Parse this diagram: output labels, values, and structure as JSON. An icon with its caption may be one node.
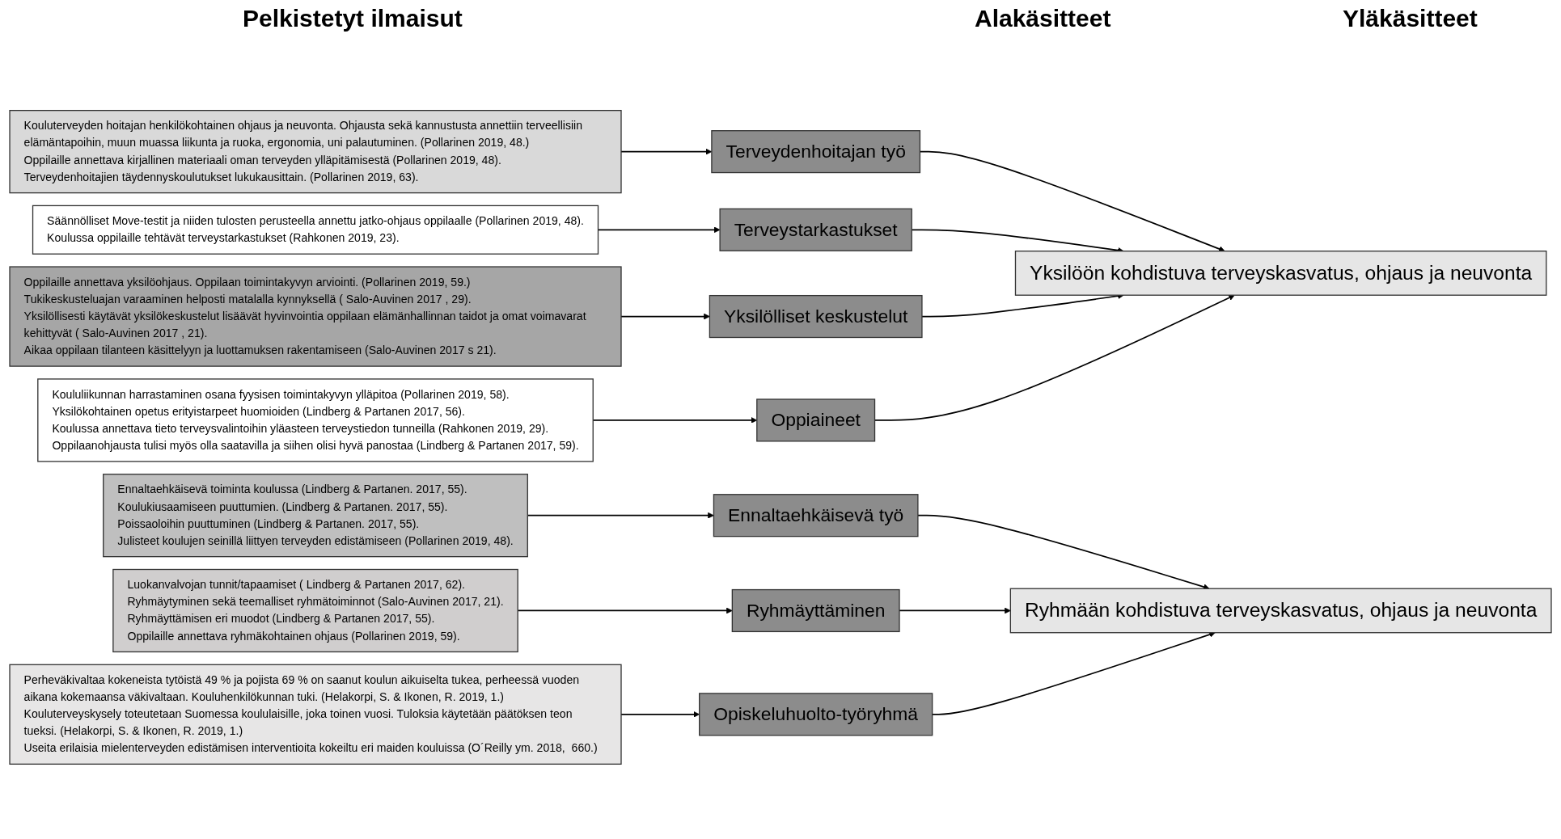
{
  "diagram": {
    "nodes": [
      {
        "text": [
          "Kouluterveyden hoitajan henkilökohtainen ohjaus ja neuvonta. Ohjausta sekä kannustusta annettiin terveellisiin elämäntapoihin, muun muassa liikunta ja ruoka, ergonomia, uni palautuminen. (Pollarinen 2019, 48.)",
          "Oppilaille annettava kirjallinen materiaali oman terveyden ylläpitämisestä (Pollarinen 2019, 48).",
          "Terveydenhoitajien täydennyskoulutukset lukukausittain. (Pollarinen 2019, 63)."
        ]
      },
      {
        "text": [
          "Säännölliset Move-testit ja niiden tulosten perusteella annettu jatko-ohjaus oppilaalle (Pollarinen 2019, 48).",
          "Koulussa oppilaille tehtävät terveystarkastukset (Rahkonen 2019, 23)."
        ]
      },
      {
        "text": [
          "Oppilaille annettava yksilöohjaus. Oppilaan toimintakyvyn arviointi. (Pollarinen 2019, 59.)",
          "Tukikeskusteluajan varaaminen helposti matalalla kynnyksellä ( Salo-Auvinen 2017 , 29).",
          "Yksilöllisesti käytävät yksilökeskustelut lisäävät hyvinvointia oppilaan elämänhallinnan taidot ja omat voimavarat kehittyvät ( Salo-Auvinen 2017 , 21).",
          "Aikaa oppilaan tilanteen käsittelyyn ja luottamuksen rakentamiseen (Salo-Auvinen 2017 s 21)."
        ]
      },
      {
        "text": [
          "Koululiikunnan harrastaminen osana fyysisen toimintakyvyn ylläpitoa (Pollarinen 2019, 58).",
          "Yksilökohtainen opetus erityistarpeet huomioiden (Lindberg & Partanen 2017,  56).",
          "Koulussa annettava tieto terveysvalintoihin yläasteen terveystiedon tunneilla (Rahkonen 2019, 29).",
          "Oppilaanohjausta tulisi myös olla saatavilla ja siihen olisi hyvä panostaa (Lindberg & Partanen 2017, 59)."
        ]
      },
      {
        "text": [
          "Ennaltaehkäisevä toiminta koulussa (Lindberg & Partanen. 2017, 55).",
          "Koulukiusaamiseen puuttumien. (Lindberg & Partanen. 2017, 55).",
          "Poissaoloihin puuttuminen (Lindberg & Partanen. 2017, 55).",
          "Julisteet koulujen seinillä liittyen terveyden edistämiseen  (Pollarinen 2019, 48)."
        ]
      },
      {
        "text": [
          "Luokanvalvojan tunnit/tapaamiset ( Lindberg & Partanen 2017, 62).",
          "Ryhmäytyminen sekä teemalliset ryhmätoiminnot  (Salo-Auvinen 2017, 21).",
          "Ryhmäyttämisen eri muodot (Lindberg & Partanen 2017, 55).",
          "Oppilaille annettava ryhmäkohtainen ohjaus (Pollarinen 2019, 59)."
        ]
      },
      {
        "text": [
          "Perheväkivaltaa kokeneista tytöistä 49 % ja pojista 69 % on saanut koulun aikuiselta tukea, perheessä vuoden aikana kokemaansa väkivaltaan. Kouluhenkilökunnan tuki. (Helakorpi, S. & Ikonen, R. 2019, 1.)",
          "Kouluterveyskysely toteutetaan Suomessa koululaisille, joka toinen vuosi. Tuloksia käytetään päätöksen teon tueksi. (Helakorpi, S. & Ikonen, R. 2019, 1.)",
          "Useita erilaisia mielenterveyden edistämisen interventioita kokeiltu eri maiden kouluissa (O´Reilly ym. 2018,  660.)"
        ]
      },
      {
        "text": [
          "Terveydenhoitajan työ"
        ]
      },
      {
        "text": [
          "Terveystarkastukset"
        ]
      },
      {
        "text": [
          "Yksilölliset keskustelut"
        ]
      },
      {
        "text": [
          "Oppiaineet"
        ]
      },
      {
        "text": [
          "Ennaltaehkäisevä työ"
        ]
      },
      {
        "text": [
          "Ryhmäyttäminen"
        ]
      },
      {
        "text": [
          "Opiskeluhuolto-työryhmä"
        ]
      },
      {
        "text": [
          "Yksilöön kohdistuva terveyskasvatus, ohjaus ja neuvonta"
        ]
      },
      {
        "text": [
          "Ryhmään kohdistuva terveyskasvatus, ohjaus ja neuvonta"
        ]
      }
    ],
    "edges": [
      {
        "from": 0,
        "to": 7,
        "arrow": "to"
      },
      {
        "from": 1,
        "to": 8,
        "arrow": "to"
      },
      {
        "from": 2,
        "to": 9,
        "arrow": "to"
      },
      {
        "from": 3,
        "to": 10,
        "arrow": "to"
      },
      {
        "from": 4,
        "to": 11,
        "arrow": "to"
      },
      {
        "from": 5,
        "to": 12,
        "arrow": "to"
      },
      {
        "from": 6,
        "to": 13,
        "arrow": "to"
      },
      {
        "from": 7,
        "to": 14,
        "arrow": "to"
      },
      {
        "from": 8,
        "to": 14,
        "arrow": "to"
      },
      {
        "from": 9,
        "to": 14,
        "arrow": "to"
      },
      {
        "from": 10,
        "to": 14,
        "arrow": "to"
      },
      {
        "from": 11,
        "to": 15,
        "arrow": "to"
      },
      {
        "from": 12,
        "to": 15,
        "arrow": "to"
      },
      {
        "from": 13,
        "to": 15,
        "arrow": "to"
      }
    ],
    "labels": [
      "Pelkistetyt ilmaisut",
      "Alakäsitteet",
      "Yläkäsitteet"
    ]
  }
}
